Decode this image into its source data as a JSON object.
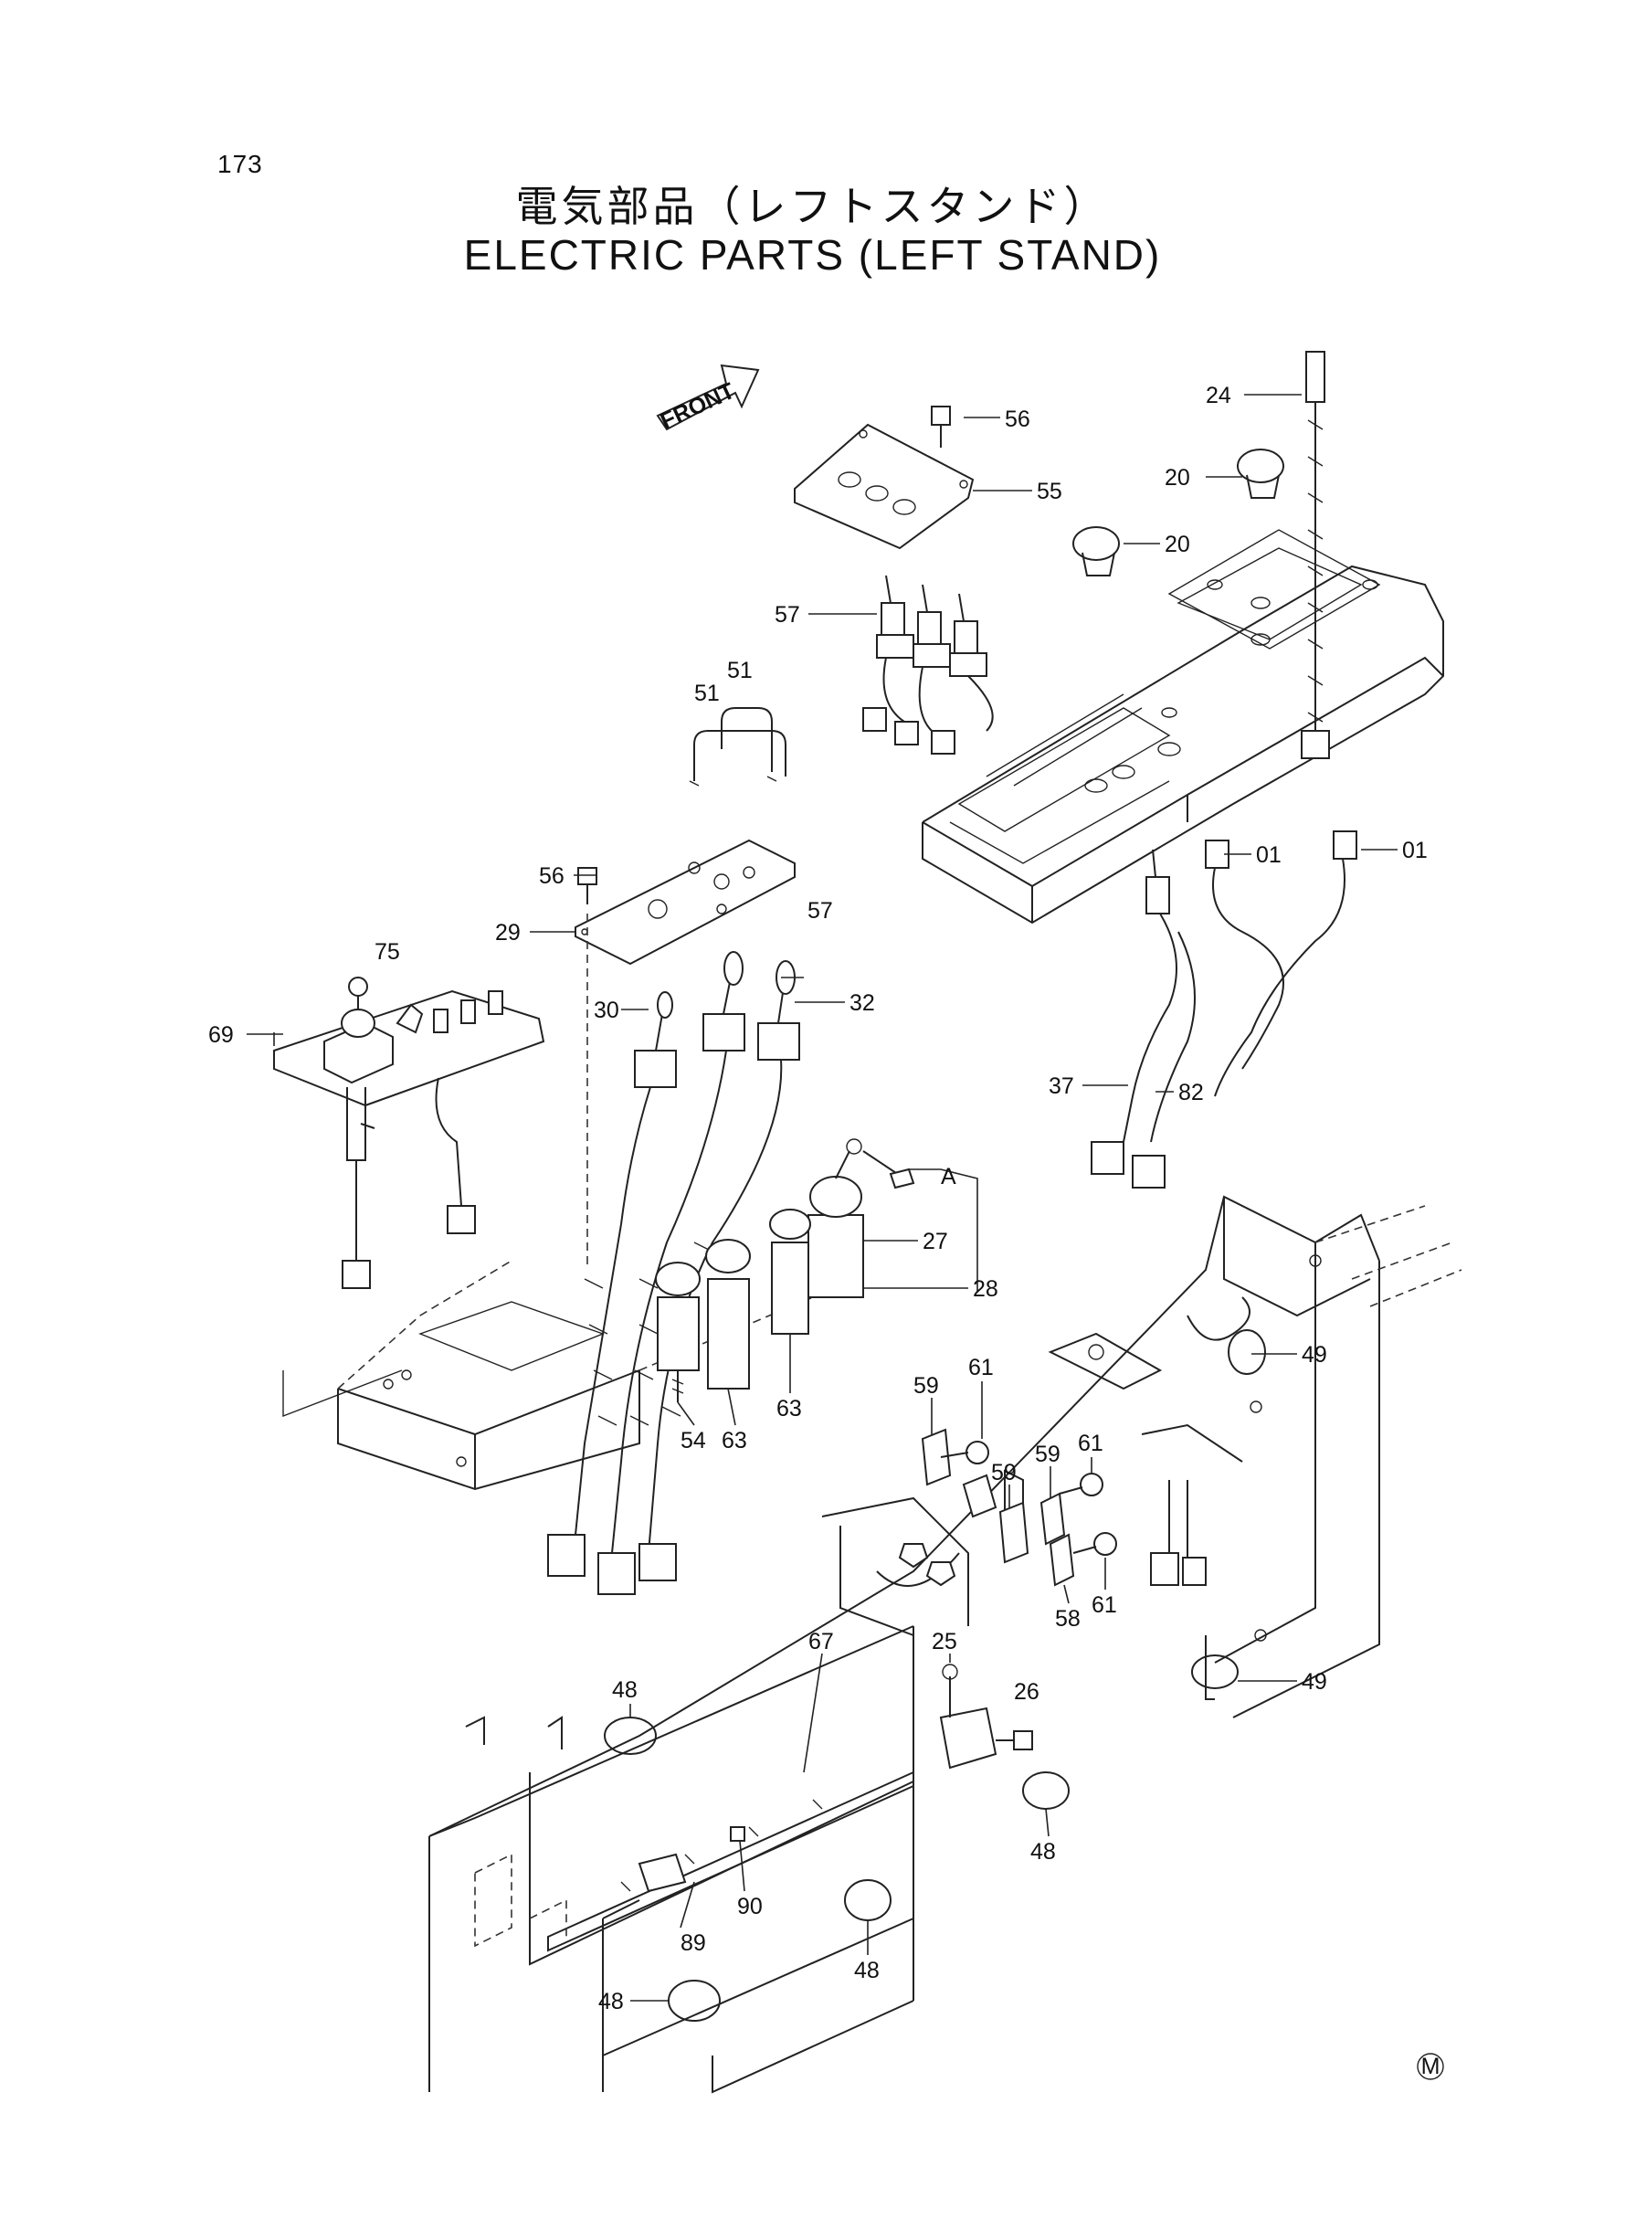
{
  "page": {
    "number": "173",
    "title_jp": "電気部品（レフトスタンド）",
    "title_en": "ELECTRIC PARTS (LEFT STAND)",
    "front_arrow_label": "FRONT",
    "corner_mark": "M"
  },
  "callouts": [
    "24",
    "56",
    "20",
    "55",
    "20",
    "57",
    "51",
    "51",
    "01",
    "01",
    "56",
    "29",
    "57",
    "75",
    "30",
    "32",
    "69",
    "37",
    "82",
    "A",
    "27",
    "28",
    "49",
    "59",
    "61",
    "61",
    "59",
    "59",
    "54",
    "63",
    "63",
    "61",
    "58",
    "67",
    "25",
    "26",
    "49",
    "48",
    "48",
    "90",
    "89",
    "48",
    "48"
  ],
  "colors": {
    "ink": "#111111",
    "background": "#ffffff"
  }
}
